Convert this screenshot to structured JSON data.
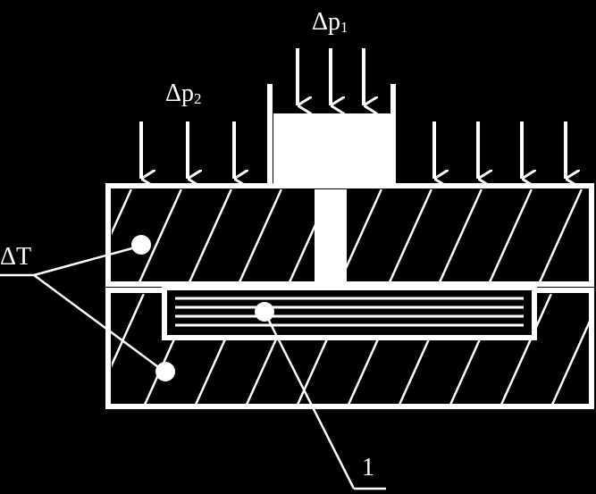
{
  "diagram": {
    "label_dp1": {
      "prefix": "Δp",
      "sub": "1"
    },
    "label_dp2": {
      "prefix": "Δp",
      "sub": "2"
    },
    "label_dT": "ΔT",
    "label_part": "1",
    "colors": {
      "background": "#000000",
      "line": "#ffffff"
    }
  }
}
